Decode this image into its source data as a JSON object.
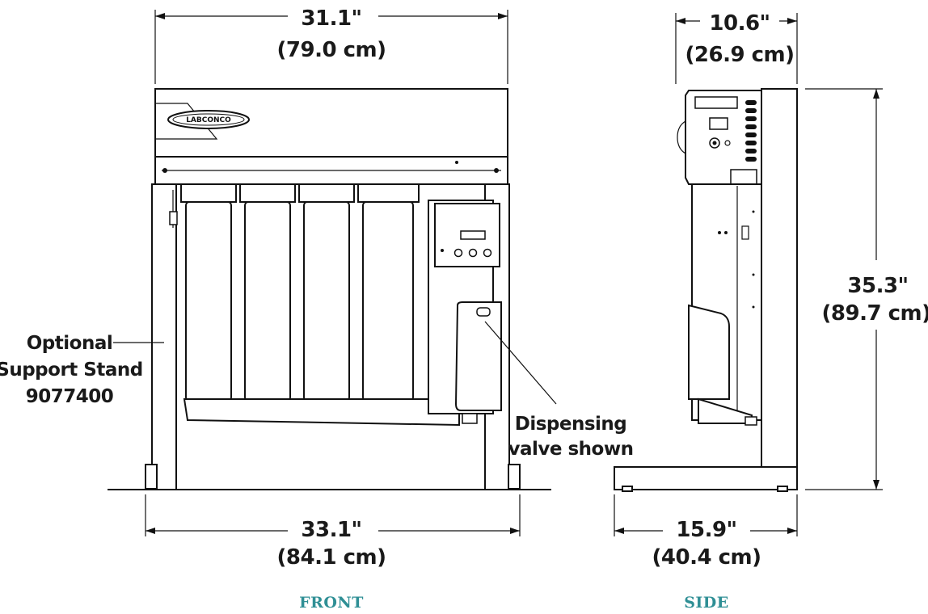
{
  "dimensions": {
    "front_width_top": {
      "in": "31.1\"",
      "cm": "(79.0 cm)"
    },
    "side_depth_top": {
      "in": "10.6\"",
      "cm": "(26.9 cm)"
    },
    "side_height": {
      "in": "35.3\"",
      "cm": "(89.7 cm)"
    },
    "front_width_bottom": {
      "in": "33.1\"",
      "cm": "(84.1 cm)"
    },
    "side_depth_bottom": {
      "in": "15.9\"",
      "cm": "(40.4 cm)"
    }
  },
  "callouts": {
    "support_stand": {
      "line1": "Optional",
      "line2": "Support Stand",
      "line3": "9077400"
    },
    "dispensing": {
      "line1": "Dispensing",
      "line2": "valve shown"
    }
  },
  "views": {
    "front": "FRONT",
    "side": "SIDE"
  },
  "logo": {
    "text": "LABCONCO"
  },
  "colors": {
    "view_label": "#2f8f95",
    "line": "#111111"
  }
}
